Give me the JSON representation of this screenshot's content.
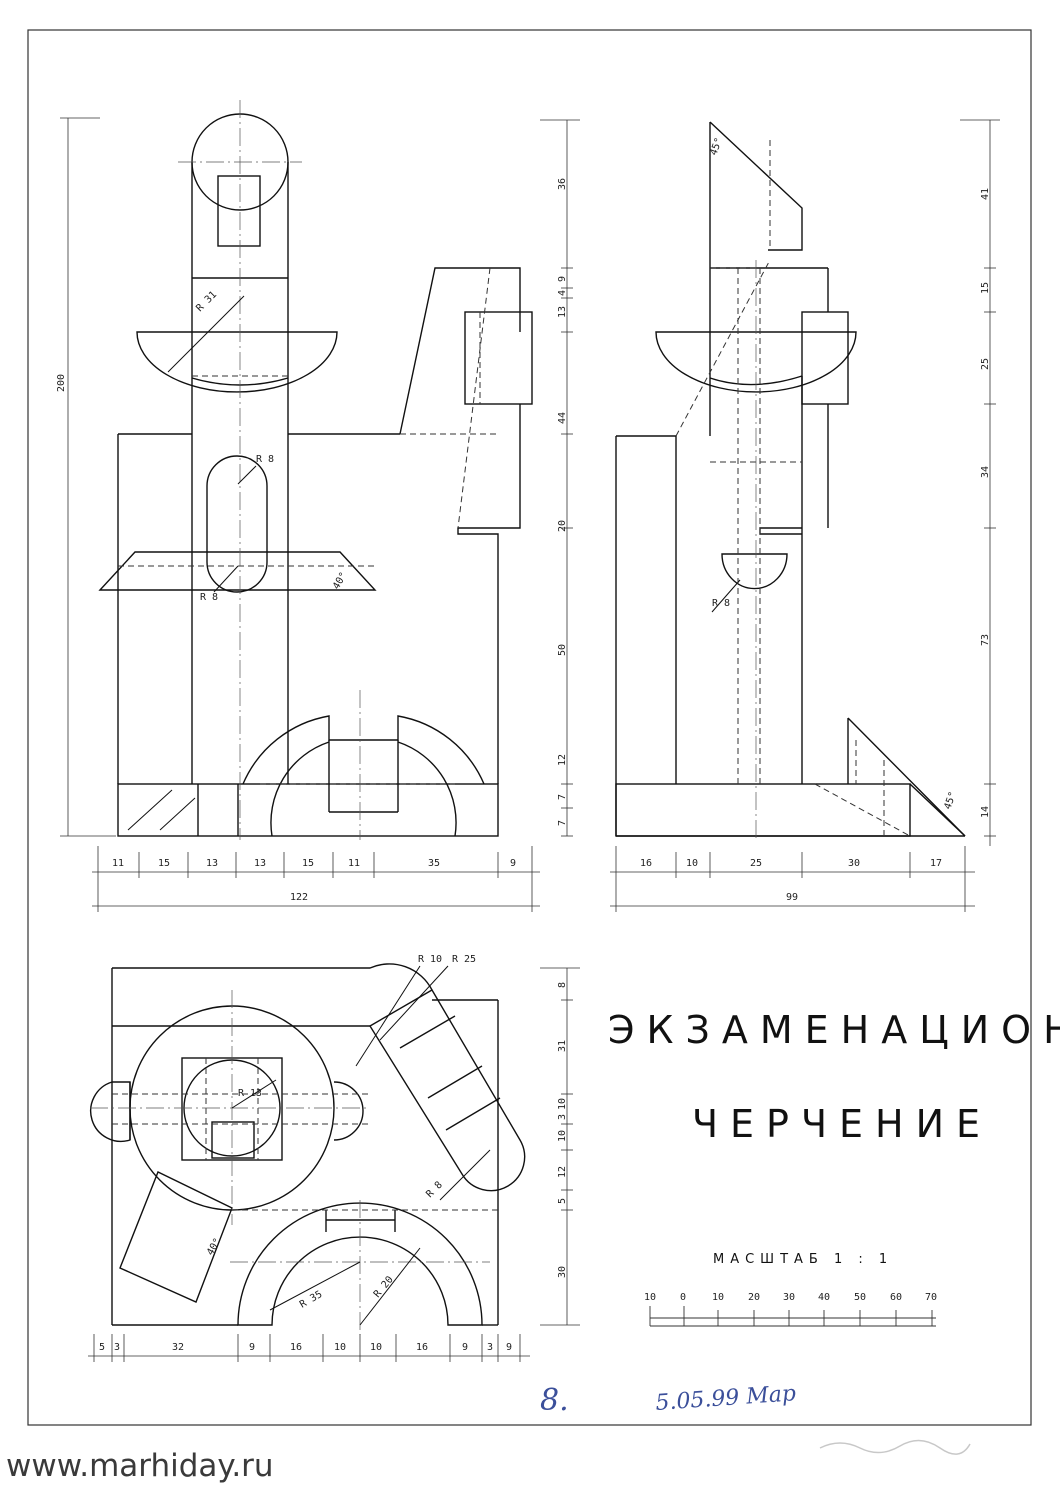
{
  "title_block": {
    "line1": "ЭКЗАМЕНАЦИОННОЕ",
    "line2": "ЧЕРЧЕНИЕ",
    "scale_label": "МАСШТАБ 1 : 1",
    "scale_ticks": [
      "10",
      "0",
      "10",
      "20",
      "30",
      "40",
      "50",
      "60",
      "70"
    ]
  },
  "front_view": {
    "bottom_dims": [
      "11",
      "15",
      "13",
      "13",
      "15",
      "11",
      "35",
      "9"
    ],
    "total_width": "122",
    "overall_height": "200",
    "right_dims": [
      "36",
      "9",
      "4",
      "13",
      "44",
      "20",
      "50",
      "12",
      "7",
      "7"
    ],
    "radius_labels": [
      "R 31",
      "R 8",
      "R 8"
    ],
    "angle_label": "40°"
  },
  "side_view": {
    "bottom_dims": [
      "16",
      "10",
      "25",
      "30",
      "17"
    ],
    "total_width": "99",
    "right_dims": [
      "41",
      "15",
      "25",
      "34",
      "73",
      "14"
    ],
    "radius_label": "R 8",
    "top_angle": "45°",
    "bottom_angle": "45°"
  },
  "top_view": {
    "bottom_dims": [
      "5",
      "3",
      "32",
      "9",
      "16",
      "10",
      "10",
      "16",
      "9",
      "3",
      "9"
    ],
    "left_dims": [
      "8",
      "31",
      "10",
      "3",
      "10",
      "12",
      "5",
      "30"
    ],
    "radius_labels": [
      "R 10",
      "R 25",
      "R 13",
      "R 8",
      "R 35",
      "R 20"
    ],
    "angle_label": "40°"
  },
  "handwriting": {
    "number": "8.",
    "date_signature": "5.05.99 Мар"
  },
  "watermark": "www.marhiday.ru"
}
